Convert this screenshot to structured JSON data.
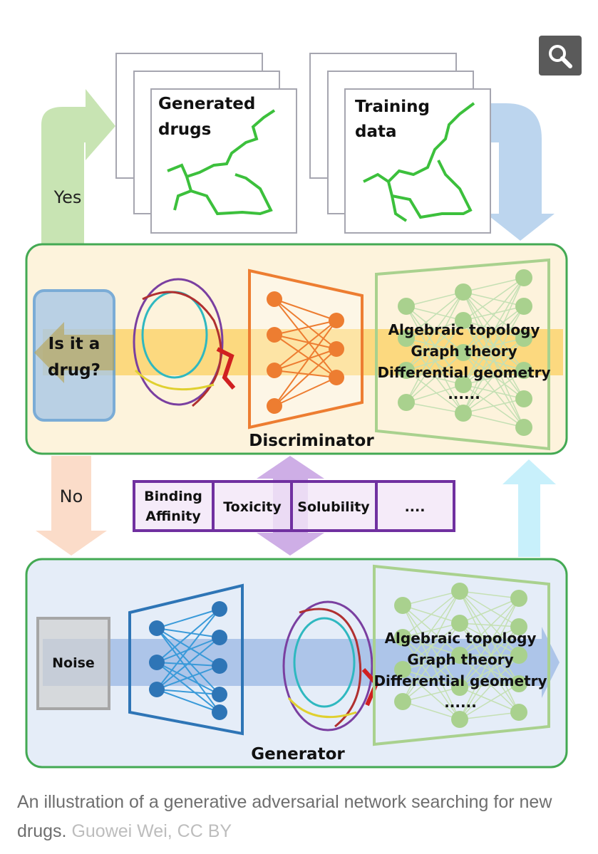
{
  "figure": {
    "generated_label": [
      "Generated",
      "drugs"
    ],
    "training_label": [
      "Training",
      "data"
    ],
    "yes_label": "Yes",
    "no_label": "No",
    "question_label": [
      "Is it a",
      "drug?"
    ],
    "discriminator_label": "Discriminator",
    "generator_label": "Generator",
    "noise_label": "Noise",
    "math_labels": [
      "Algebraic topology",
      "Graph theory",
      "Differential geometry",
      "......"
    ],
    "properties": [
      [
        "Binding",
        "Affinity"
      ],
      [
        "Toxicity"
      ],
      [
        "Solubility"
      ],
      [
        "...."
      ]
    ]
  },
  "caption": {
    "text": "An illustration of a generative adversarial network searching for new drugs.",
    "credit": "Guowei Wei, CC BY"
  },
  "search_button": {
    "icon": "magnifier-icon"
  },
  "colors": {
    "green_border": "#43a953",
    "purple": "#7030a0",
    "orange": "#ed7d31",
    "blue": "#2e75b6",
    "lightgreen": "#a9d18e"
  }
}
